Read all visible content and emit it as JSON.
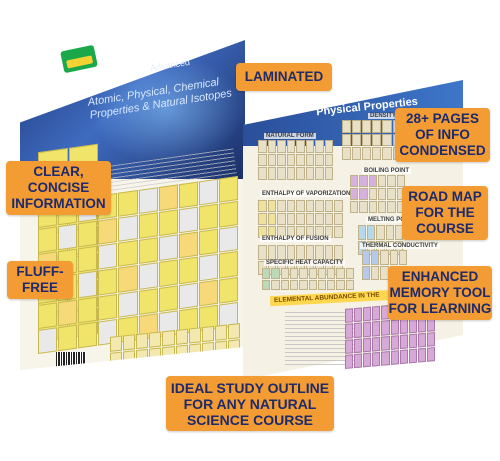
{
  "product": {
    "card_title": "Periodic Table",
    "card_subtitle": "Advanced",
    "card_tagline": "Atomic, Physical, Chemical Properties & Natural Isotopes",
    "physical_title": "Physical Properties",
    "elemental_banner": "ELEMENTAL ABUNDANCE IN THE",
    "panel_labels": [
      "NATURAL FORM",
      "DENSITY",
      "ENTHALPY OF VAPORIZATION",
      "BOILING POINT",
      "ENTHALPY OF FUSION",
      "MELTING POINT",
      "SPECIFIC HEAT CAPACITY",
      "THERMAL CONDUCTIVITY"
    ]
  },
  "callouts": [
    {
      "id": "laminated",
      "text": "LAMINATED"
    },
    {
      "id": "pages",
      "text": "28+ PAGES\nOF INFO\nCONDENSED"
    },
    {
      "id": "clear",
      "text": "CLEAR,\nCONCISE\nINFORMATION"
    },
    {
      "id": "roadmap",
      "text": "ROAD MAP\nFOR THE\nCOURSE"
    },
    {
      "id": "fluff",
      "text": "FLUFF-\nFREE"
    },
    {
      "id": "memory",
      "text": "ENHANCED\nMEMORY TOOL\nFOR LEARNING"
    },
    {
      "id": "outline",
      "text": "IDEAL STUDY OUTLINE\nFOR ANY NATURAL\nSCIENCE COURSE"
    }
  ],
  "colors": {
    "badge": "#f39c33",
    "badge_text": "#1d2a6b",
    "header_blue": "#2a4f9a"
  }
}
